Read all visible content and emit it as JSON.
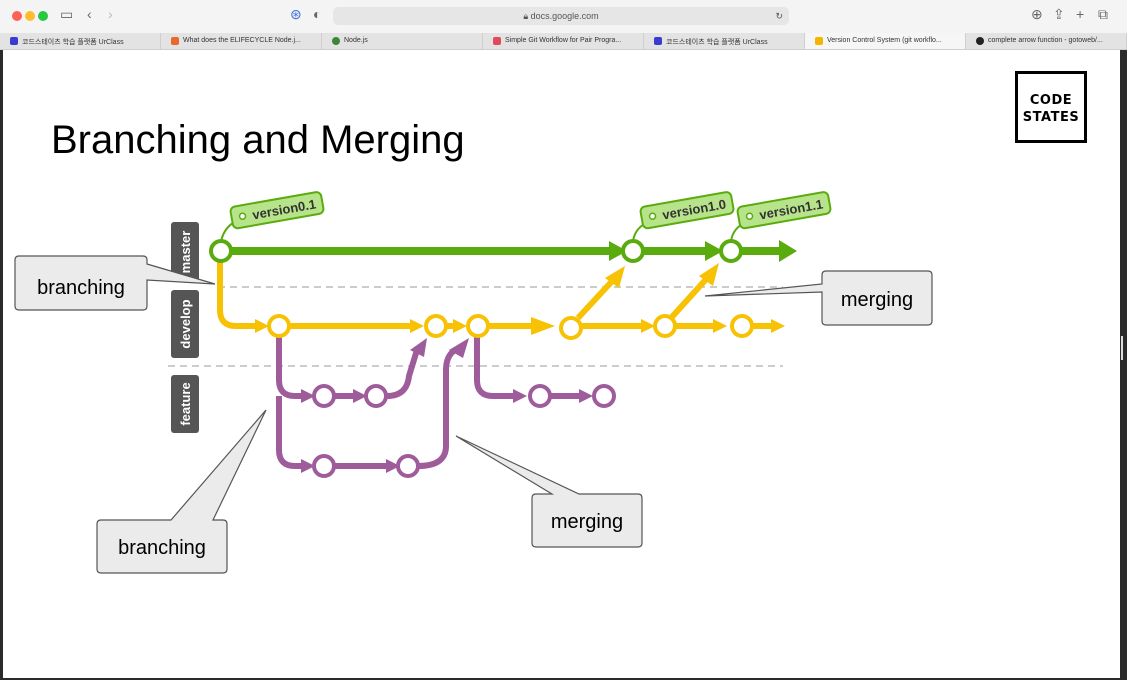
{
  "browser": {
    "url": "docs.google.com",
    "tabs": [
      {
        "label": "코드스테이츠 학습 플랫폼 UrClass",
        "color": "#3b3bd0",
        "active": false
      },
      {
        "label": "What does the ELIFECYCLE Node.j...",
        "color": "#e86a2b",
        "active": false
      },
      {
        "label": "Node.js",
        "color": "#3c873a",
        "active": false
      },
      {
        "label": "Simple Git Workflow for Pair Progra...",
        "color": "#e24a5b",
        "active": false
      },
      {
        "label": "코드스테이츠 학습 플랫폼 UrClass",
        "color": "#3b3bd0",
        "active": false
      },
      {
        "label": "Version Control System (git workflo...",
        "color": "#f4b400",
        "active": true
      },
      {
        "label": "complete arrow function - gotoweb/...",
        "color": "#222222",
        "active": false
      }
    ]
  },
  "slide": {
    "title": "Branching and Merging",
    "logo_line1": "CODE",
    "logo_line2": "STATES",
    "lanes": {
      "master": "master",
      "develop": "develop",
      "feature": "feature"
    },
    "tags": {
      "v01": "version0.1",
      "v10": "version1.0",
      "v11": "version1.1"
    },
    "callouts": {
      "branching_top": "branching",
      "merging_right": "merging",
      "branching_bottom": "branching",
      "merging_bottom": "merging"
    },
    "colors": {
      "master": "#5aac0e",
      "develop": "#f7c104",
      "feature": "#9e5d9a",
      "tag": "#b7e38a"
    }
  }
}
